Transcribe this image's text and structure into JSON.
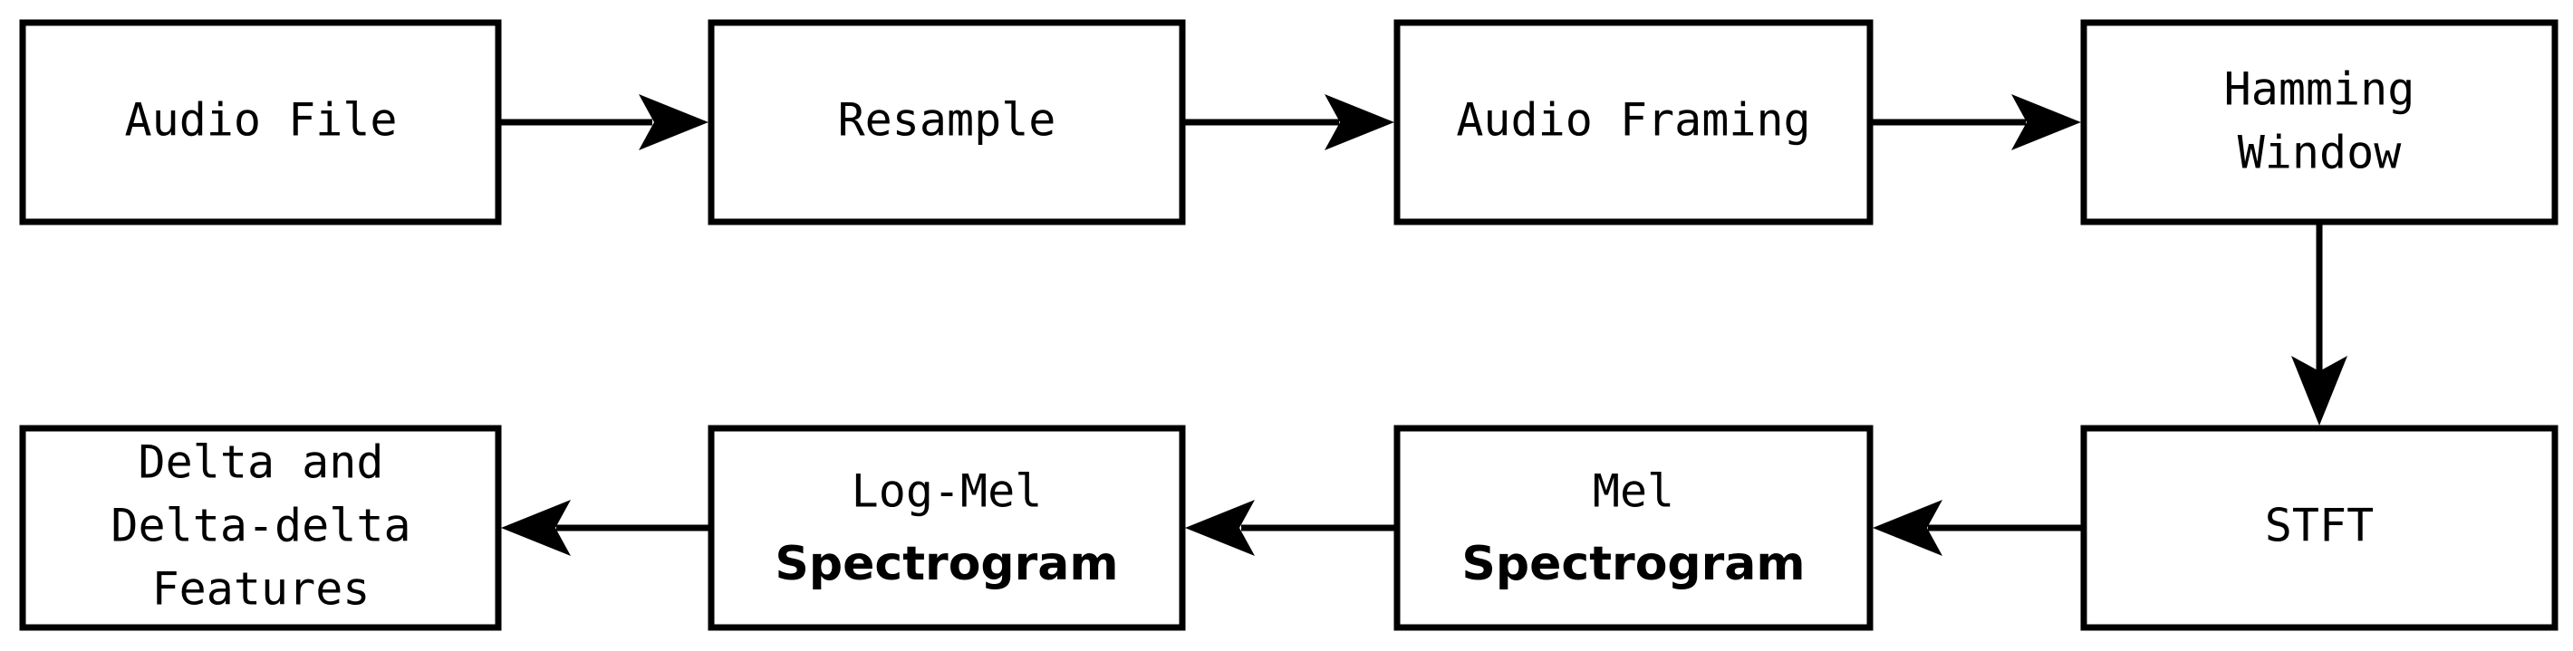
{
  "steps": {
    "audio_file": "Audio File",
    "resample": "Resample",
    "audio_framing": "Audio Framing",
    "hamming_line1": "Hamming",
    "hamming_line2": "Window",
    "stft": "STFT",
    "mel_line1": "Mel",
    "mel_line2": "Spectrogram",
    "logmel_line1": "Log-Mel",
    "logmel_line2": "Spectrogram",
    "delta_line1": "Delta and",
    "delta_line2": "Delta-delta",
    "delta_line3": "Features"
  }
}
